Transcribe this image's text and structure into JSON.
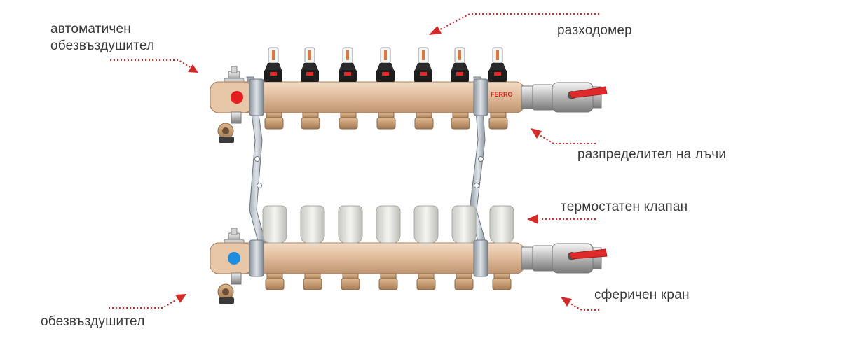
{
  "labels": {
    "auto_air_vent_line1": "автоматичен",
    "auto_air_vent_line2": "обезвъздушител",
    "flow_meter": "разходомер",
    "distributor": "разпределител на лъчи",
    "thermostatic_valve": "термостатен клапан",
    "air_vent": "обезвъздушител",
    "ball_valve": "сферичен кран"
  },
  "brand": "FERRO",
  "colors": {
    "arrow": "#d42a2a",
    "bar": "#dcb592",
    "dot_supply": "#e41e1e",
    "dot_return": "#1e8fe0",
    "valve_handle": "#e02a2a",
    "label_text": "#3a3a3a"
  },
  "manifold": {
    "outlet_count": 7
  }
}
